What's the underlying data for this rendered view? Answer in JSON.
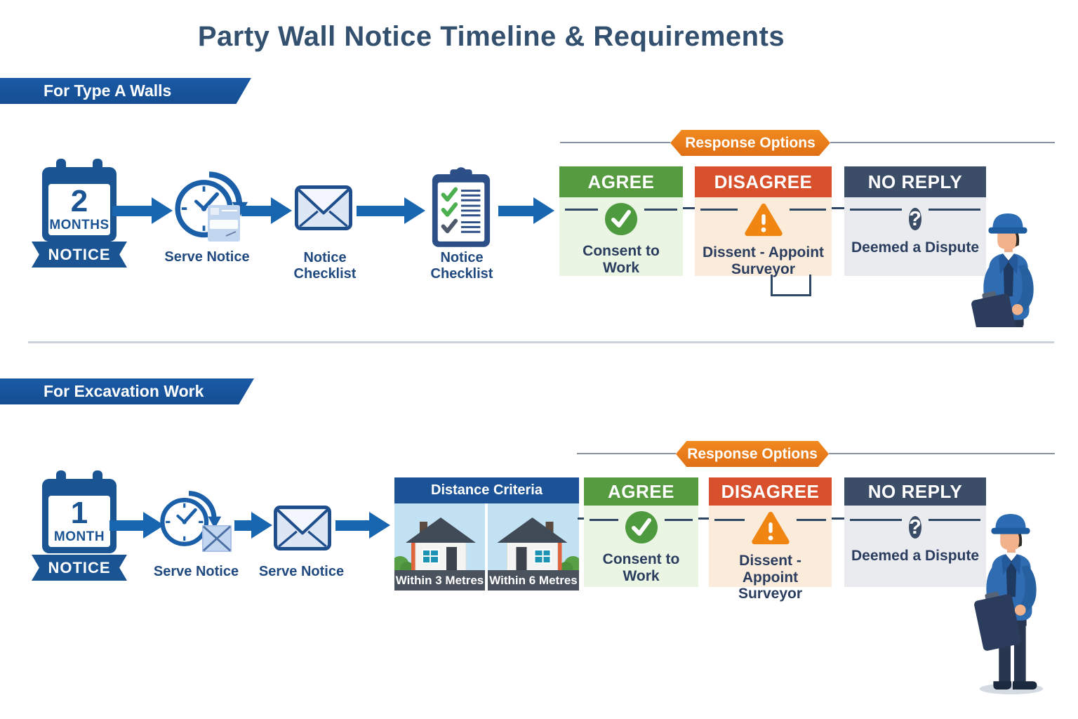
{
  "title": "Party Wall Notice Timeline & Requirements",
  "type_a": {
    "banner": "For Type A Walls",
    "calendar": {
      "number": "2",
      "unit": "MONTHS",
      "ribbon": "NOTICE"
    },
    "steps": {
      "serve_notice": "Serve Notice",
      "notice_checklist_1": "Notice Checklist",
      "notice_checklist_2": "Notice Checklist"
    },
    "response": {
      "banner": "Response Options",
      "agree": {
        "header": "AGREE",
        "body": "Consent to Work"
      },
      "disagree": {
        "header": "DISAGREE",
        "body": "Dissent - Appoint Surveyor"
      },
      "no_reply": {
        "header": "NO REPLY",
        "body": "Deemed a Dispute"
      }
    }
  },
  "excavation": {
    "banner": "For Excavation Work",
    "calendar": {
      "number": "1",
      "unit": "MONTH",
      "ribbon": "NOTICE"
    },
    "steps": {
      "serve_notice_1": "Serve Notice",
      "serve_notice_2": "Serve Notice"
    },
    "distance": {
      "header": "Distance Criteria",
      "within_3": "Within 3 Metres",
      "within_6": "Within 6 Metres"
    },
    "response": {
      "banner": "Response Options",
      "agree": {
        "header": "AGREE",
        "body": "Consent to Work"
      },
      "disagree": {
        "header": "DISAGREE",
        "body": "Dissent - Appoint Surveyor"
      },
      "no_reply": {
        "header": "NO REPLY",
        "body": "Deemed a Dispute"
      }
    }
  },
  "glyphs": {
    "question": "?"
  },
  "colors": {
    "title_navy": "#33506F",
    "primary_blue": "#1B5493",
    "arrow_blue": "#1966B0",
    "agree_green": "#579B40",
    "agree_bg": "#EAF5E4",
    "disagree_orange": "#D8502C",
    "disagree_bg": "#FAEBDA",
    "no_reply_navy": "#3C4D68",
    "no_reply_bg": "#E9EBEF",
    "response_banner_orange": "#EC7D1A"
  }
}
